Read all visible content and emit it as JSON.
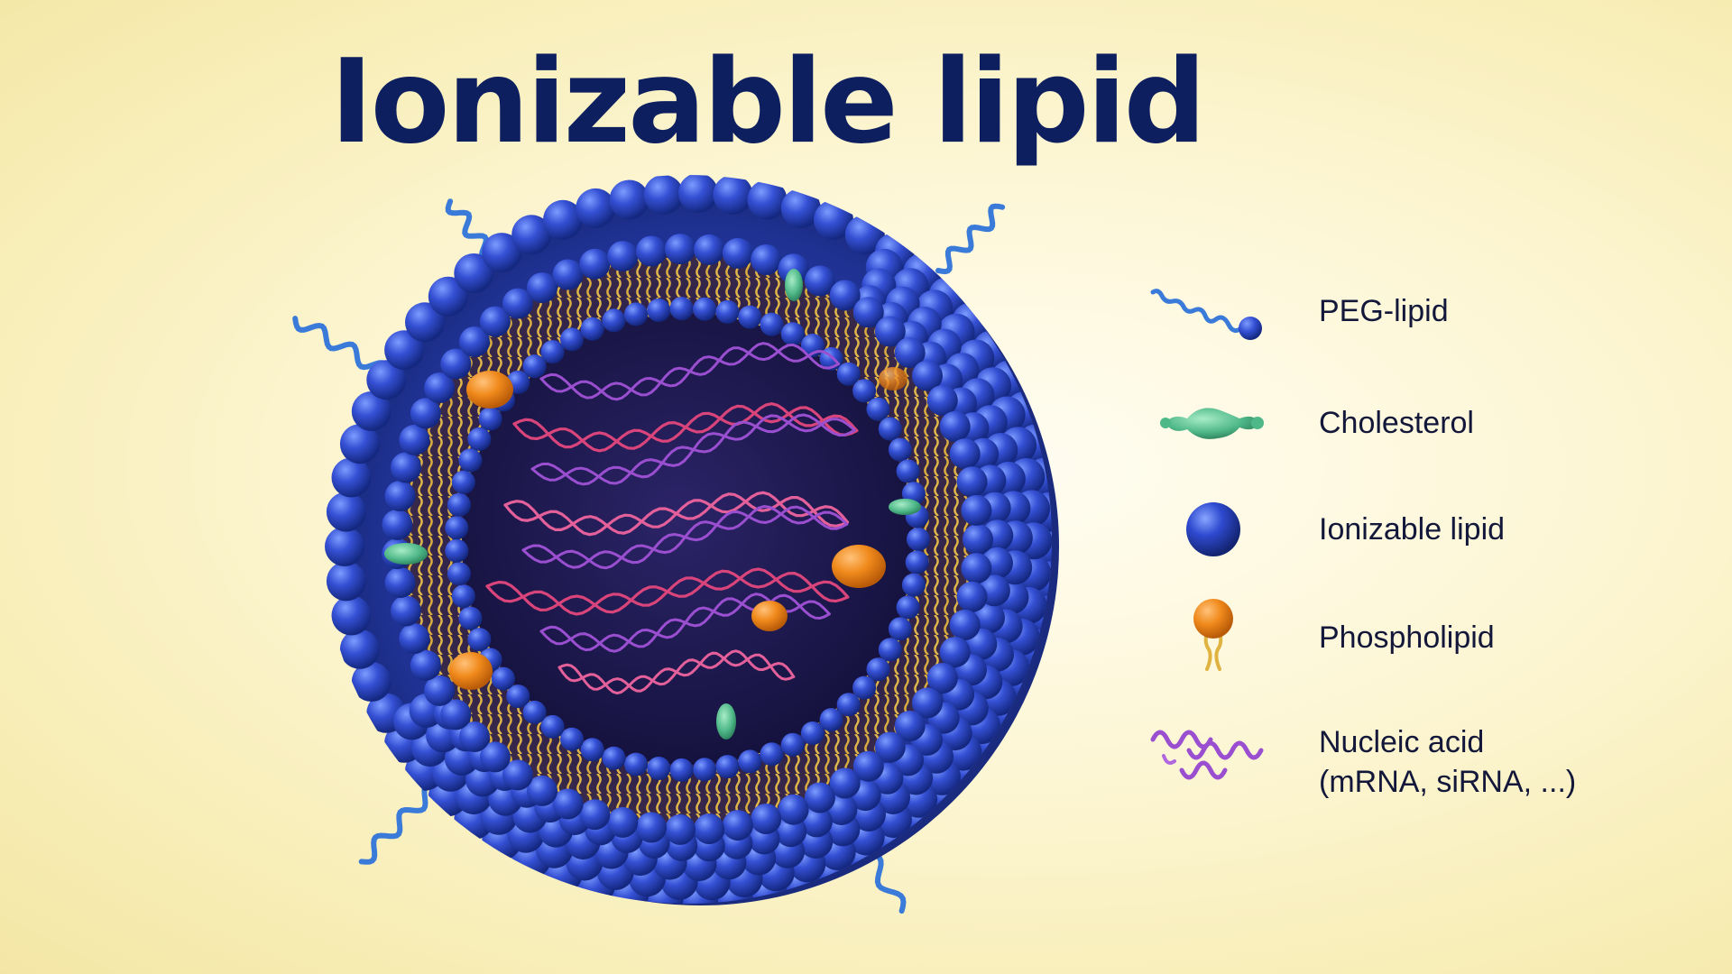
{
  "title": "Ionizable lipid",
  "legend": [
    {
      "icon": "peg-lipid-icon",
      "label": "PEG-lipid"
    },
    {
      "icon": "cholesterol-icon",
      "label": "Cholesterol"
    },
    {
      "icon": "ionizable-lipid-icon",
      "label": "Ionizable lipid"
    },
    {
      "icon": "phospholipid-icon",
      "label": "Phospholipid"
    },
    {
      "icon": "nucleic-acid-icon",
      "label": "Nucleic acid",
      "label_line2": "(mRNA, siRNA, ...)"
    }
  ],
  "colors": {
    "title": "#0e1f60",
    "ionizable_lipid": "#2d45c8",
    "peg_lipid": "#3a7ad9",
    "cholesterol": "#4fb889",
    "phospholipid": "#f08a1c",
    "lipid_tails": "#e0b340",
    "nucleic_acid_pink": "#d9457a",
    "nucleic_acid_purple": "#9a4fd0",
    "core": "#1c1850",
    "background": "#fbf4c8"
  }
}
